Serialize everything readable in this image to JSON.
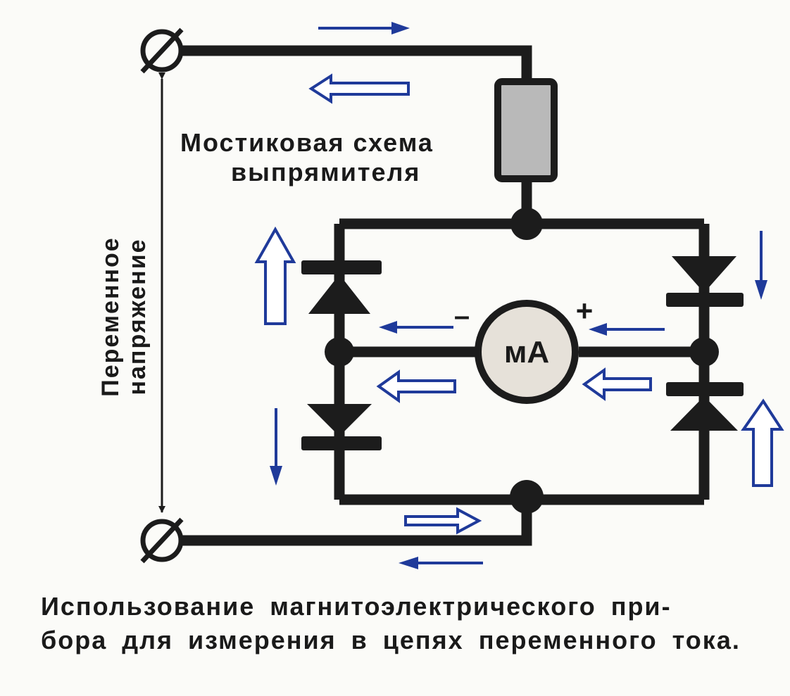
{
  "diagram": {
    "label_rectifier_line1": "Мостиковая схема",
    "label_rectifier_line2": "выпрямителя",
    "label_voltage_line1": "Переменное",
    "label_voltage_line2": "напряжение",
    "meter_label": "мА",
    "minus_sign": "–",
    "plus_sign": "+",
    "caption_line1": "Использование магнитоэлектрического при-",
    "caption_line2": "бора для измерения в цепях переменного тока.",
    "colors": {
      "wire": "#1c1c1c",
      "arrow": "#1f3a9a",
      "meter_fill": "#e6e1d9",
      "resistor_fill": "#b9b9b9"
    }
  }
}
